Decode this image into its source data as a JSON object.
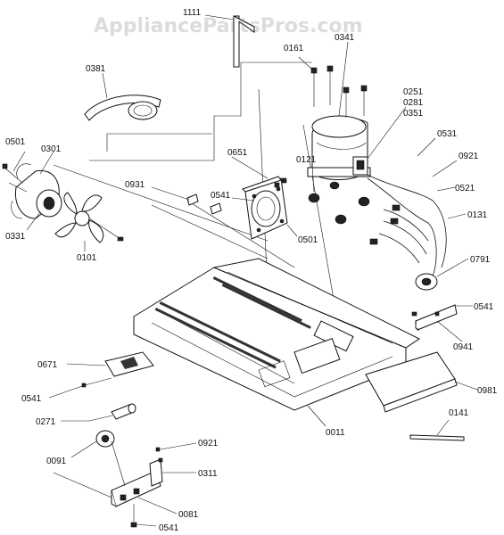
{
  "watermark": "AppliancePartsPros.com",
  "labels": {
    "p1111": "1111",
    "p0161": "0161",
    "p0341": "0341",
    "p0381": "0381",
    "p0251": "0251",
    "p0281": "0281",
    "p0351": "0351",
    "p0501a": "0501",
    "p0301": "0301",
    "p0651": "0651",
    "p0121": "0121",
    "p0531": "0531",
    "p0921a": "0921",
    "p0931": "0931",
    "p0541a": "0541",
    "p0521": "0521",
    "p0131": "0131",
    "p0331": "0331",
    "p0101": "0101",
    "p0501b": "0501",
    "p0791": "0791",
    "p0541b": "0541",
    "p0941": "0941",
    "p0671": "0671",
    "p0981": "0981",
    "p0541c": "0541",
    "p0141": "0141",
    "p0271": "0271",
    "p0011": "0011",
    "p0921b": "0921",
    "p0091": "0091",
    "p0311": "0311",
    "p0081": "0081",
    "p0541d": "0541"
  }
}
